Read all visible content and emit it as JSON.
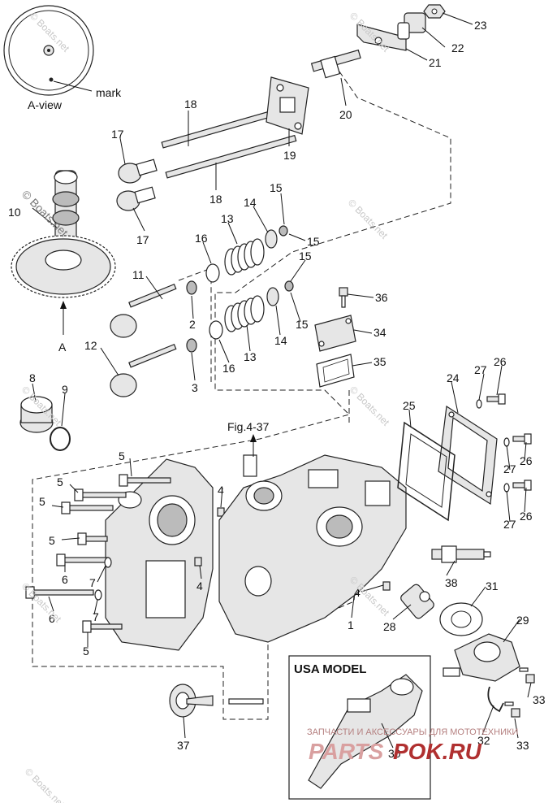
{
  "labels": {
    "l1": "1",
    "l2": "2",
    "l3": "3",
    "l4a": "4",
    "l4b": "4",
    "l4c": "4",
    "l5a": "5",
    "l5b": "5",
    "l5c": "5",
    "l5d": "5",
    "l5e": "5",
    "l6a": "6",
    "l6b": "6",
    "l7a": "7",
    "l7b": "7",
    "l8": "8",
    "l9": "9",
    "l10": "10",
    "l11": "11",
    "l12": "12",
    "l13a": "13",
    "l13b": "13",
    "l14a": "14",
    "l14b": "14",
    "l15a": "15",
    "l15b": "15",
    "l15c": "15",
    "l15d": "15",
    "l16a": "16",
    "l16b": "16",
    "l17a": "17",
    "l17b": "17",
    "l18a": "18",
    "l18b": "18",
    "l19": "19",
    "l20": "20",
    "l21": "21",
    "l22": "22",
    "l23": "23",
    "l24": "24",
    "l25": "25",
    "l26a": "26",
    "l26b": "26",
    "l26c": "26",
    "l27a": "27",
    "l27b": "27",
    "l27c": "27",
    "l28": "28",
    "l29": "29",
    "l30": "30",
    "l31": "31",
    "l32": "32",
    "l33a": "33",
    "l33b": "33",
    "l34": "34",
    "l35": "35",
    "l36": "36",
    "l37": "37",
    "l38": "38"
  },
  "annotations": {
    "a_view": "A-view",
    "mark": "mark",
    "a_arrow": "A",
    "fig_ref": "Fig.4-37",
    "usa_model": "USA MODEL"
  },
  "watermarks": {
    "boats_net": "© Boats.net",
    "boats_net_short": "Boats.net",
    "brand_sub": "ЗАПЧАСТИ И АКСЕССУАРЫ ДЛЯ МОТОТЕХНИКИ",
    "brand_a": "PARTS",
    "brand_b": "POK.RU"
  },
  "colors": {
    "ink": "#111111",
    "brand_red": "#b03030",
    "brand_pink": "#d9a0a0",
    "watermark_grey": "#c8c8c8"
  }
}
